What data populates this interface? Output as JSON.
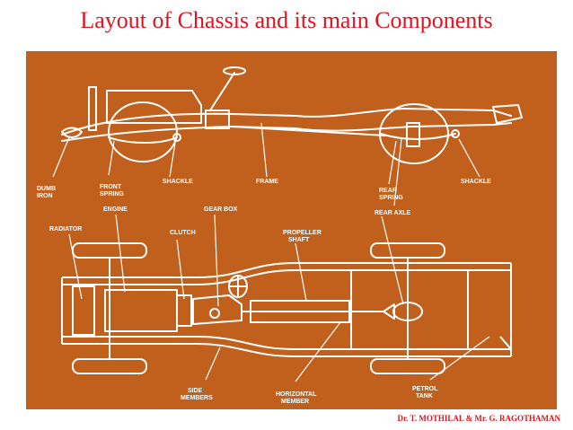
{
  "title": "Layout of Chassis and its main Components",
  "footer": "Dr. T. MOTHILAL & Mr. G. RAGOTHAMAN",
  "colors": {
    "title": "#e0141e",
    "panel": "#c0601c",
    "line": "#ffffff"
  },
  "labels": {
    "dumb_iron_1": "DUMB",
    "dumb_iron_2": "IRON",
    "front_spring_1": "FRONT",
    "front_spring_2": "SPRING",
    "shackle_front": "SHACKLE",
    "frame": "FRAME",
    "rear_spring_1": "REAR",
    "rear_spring_2": "SPRING",
    "shackle_rear": "SHACKLE",
    "engine": "ENGINE",
    "gear_box": "GEAR BOX",
    "rear_axle": "REAR AXLE",
    "radiator": "RADIATOR",
    "clutch": "CLUTCH",
    "propeller_1": "PROPELLER",
    "propeller_2": "SHAFT",
    "side_members_1": "SIDE",
    "side_members_2": "MEMBERS",
    "horizontal_member_1": "HORIZONTAL",
    "horizontal_member_2": "MEMBER",
    "petrol_tank_1": "PETROL",
    "petrol_tank_2": "TANK"
  }
}
